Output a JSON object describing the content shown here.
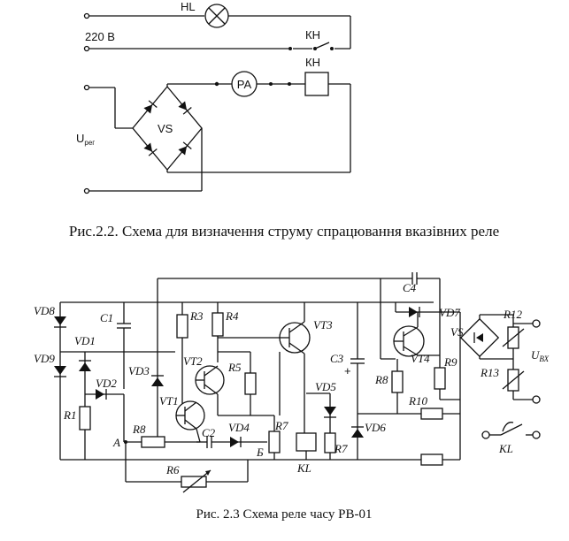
{
  "fig1": {
    "labels": {
      "hl": "HL",
      "voltage": "220 В",
      "kn_top": "КН",
      "kn_bottom": "КН",
      "pa": "PA",
      "vs": "VS",
      "u_main": "U",
      "u_sub": "рег"
    },
    "caption": "Рис.2.2. Схема для визначення струму спрацювання вказівних реле"
  },
  "fig2": {
    "labels": {
      "vd8": "VD8",
      "vd1": "VD1",
      "vd9": "VD9",
      "vd2": "VD2",
      "c1": "C1",
      "r1": "R1",
      "a": "A",
      "r8a": "R8",
      "vd3": "VD3",
      "vt1": "VT1",
      "vt2": "VT2",
      "r3": "R3",
      "r4": "R4",
      "r5": "R5",
      "c2": "C2",
      "vd4": "VD4",
      "r7a": "R7",
      "b": "Б",
      "r6": "R6",
      "vt3": "VT3",
      "c3": "C3",
      "plus": "+",
      "vd5": "VD5",
      "kl": "KL",
      "r7b": "R7",
      "c4": "C4",
      "vd7": "VD7",
      "r8b": "R8",
      "vt4": "VT4",
      "r9": "R9",
      "vd6": "VD6",
      "r10": "R10",
      "vs": "VS",
      "r12": "R12",
      "r13": "R13",
      "uvx_main": "U",
      "uvx_sub": "ВХ",
      "kl2": "KL"
    },
    "caption": "Рис. 2.3 Схема реле часу РВ-01"
  }
}
